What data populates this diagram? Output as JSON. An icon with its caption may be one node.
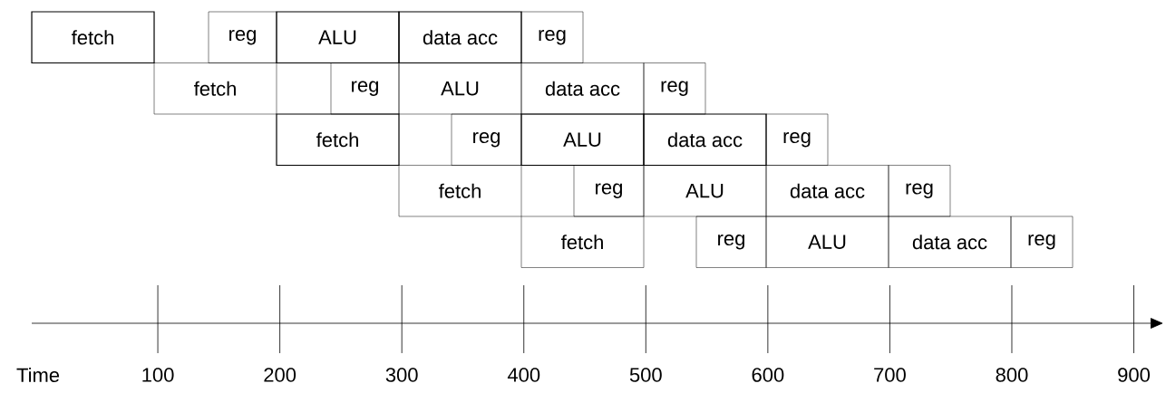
{
  "diagram": {
    "nodes": [
      {
        "text": [
          "fetch"
        ]
      },
      {
        "text": [
          "reg"
        ]
      },
      {
        "text": [
          "ALU"
        ]
      },
      {
        "text": [
          "data acc"
        ]
      },
      {
        "text": [
          "reg"
        ]
      },
      {
        "text": [
          "fetch"
        ]
      },
      {
        "text": [
          "reg"
        ]
      },
      {
        "text": [
          "ALU"
        ]
      },
      {
        "text": [
          "data acc"
        ]
      },
      {
        "text": [
          "reg"
        ]
      },
      {
        "text": [
          "fetch"
        ]
      },
      {
        "text": [
          "reg"
        ]
      },
      {
        "text": [
          "ALU"
        ]
      },
      {
        "text": [
          "data acc"
        ]
      },
      {
        "text": [
          "reg"
        ]
      },
      {
        "text": [
          "fetch"
        ]
      },
      {
        "text": [
          "reg"
        ]
      },
      {
        "text": [
          "ALU"
        ]
      },
      {
        "text": [
          "data acc"
        ]
      },
      {
        "text": [
          "reg"
        ]
      },
      {
        "text": [
          "fetch"
        ]
      },
      {
        "text": [
          "reg"
        ]
      },
      {
        "text": [
          "ALU"
        ]
      },
      {
        "text": [
          "data acc"
        ]
      },
      {
        "text": [
          "reg"
        ]
      }
    ],
    "labels": [
      "Time",
      "100",
      "200",
      "300",
      "400",
      "500",
      "600",
      "700",
      "800",
      "900"
    ]
  }
}
